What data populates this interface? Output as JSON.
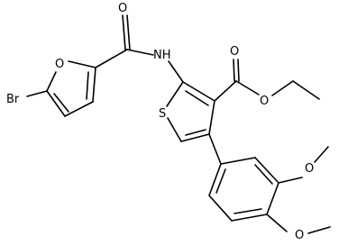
{
  "molecule": {
    "atom_labels": {
      "o_carbonyl_amide": "O",
      "n_amide": "NH",
      "o_furan": "O",
      "br": "Br",
      "o_carbonyl_ester": "O",
      "o_ester": "O",
      "s_thiophene": "S",
      "o_methoxy_3": "O",
      "o_methoxy_4": "O"
    },
    "colors": {
      "line": "#000000",
      "background": "#ffffff"
    }
  }
}
